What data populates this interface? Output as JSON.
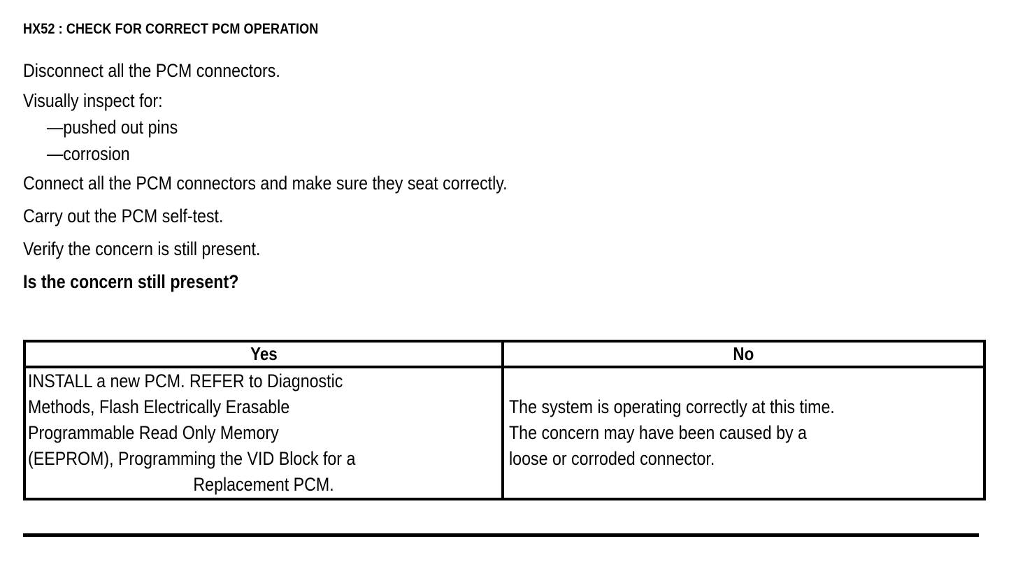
{
  "document": {
    "step_id_title": "HX52 : CHECK FOR CORRECT PCM OPERATION",
    "steps": [
      {
        "text": "Disconnect all the PCM connectors.",
        "bold": false
      },
      {
        "text": "Visually inspect for:",
        "bold": false
      },
      {
        "text": "—pushed out pins",
        "bold": false,
        "sub": true
      },
      {
        "text": "—corrosion",
        "bold": false,
        "sub": true
      },
      {
        "text": "Connect all the PCM connectors and make sure they seat correctly.",
        "bold": false
      },
      {
        "text": "Carry out the PCM self-test.",
        "bold": false
      },
      {
        "text": "Verify the concern is still present.",
        "bold": false
      },
      {
        "text": "Is the concern still present?",
        "bold": true
      }
    ],
    "step_lines": {
      "l0": "Disconnect all the PCM connectors.",
      "l1": "Visually inspect for:",
      "l2": "—pushed out pins",
      "l3": "—corrosion",
      "l4": "Connect all the PCM connectors and make sure they seat correctly.",
      "l5": "Carry out the PCM self-test.",
      "l6": "Verify the concern is still present.",
      "l7": "Is the concern still present?"
    },
    "decision_table": {
      "headers": {
        "yes": "Yes",
        "no": "No"
      },
      "yes_cell": {
        "full_text": "INSTALL a new PCM. REFER to Diagnostic Methods, Flash Electrically Erasable Programmable Read Only Memory (EEPROM), Programming the VID Block for a Replacement PCM.",
        "lines": {
          "a": "INSTALL a new PCM. REFER to Diagnostic",
          "b": "Methods, Flash Electrically Erasable",
          "c": "Programmable Read Only Memory",
          "d": "(EEPROM), Programming the VID Block for a",
          "e": "Replacement PCM."
        }
      },
      "no_cell": {
        "full_text": "The system is operating correctly at this time. The concern may have been caused by a loose or corroded connector.",
        "lines": {
          "a": "The system is operating correctly at this time.",
          "b": "The concern may have been caused by a",
          "c": "loose or corroded connector."
        }
      }
    },
    "colors": {
      "ink": "#000000",
      "paper": "#ffffff"
    }
  }
}
